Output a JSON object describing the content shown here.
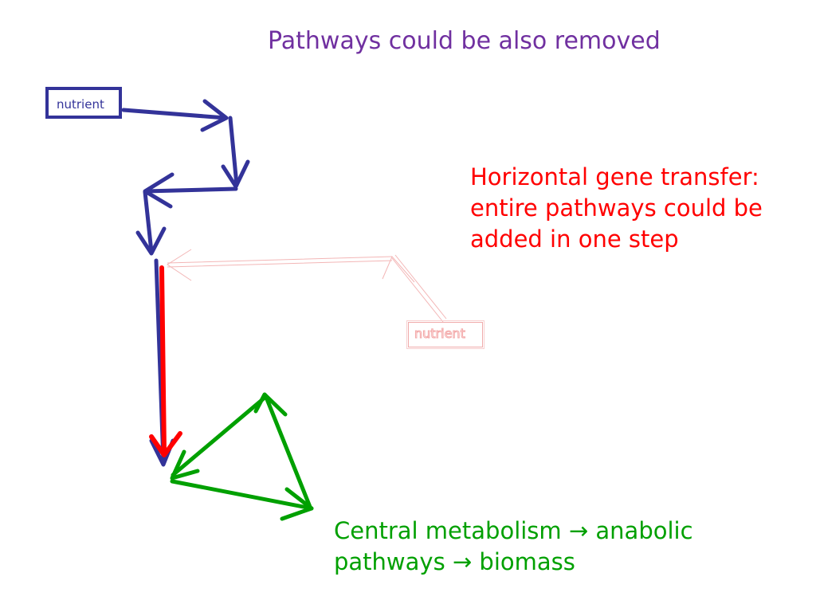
{
  "slide": {
    "title": "Pathways could be also removed",
    "hgt_line1": "Horizontal gene transfer:",
    "hgt_line2": "entire pathways could be",
    "hgt_line3": "added in one step",
    "central_line1": "Central metabolism → anabolic",
    "central_line2": "pathways → biomass"
  },
  "nodes": {
    "nutrient_main": "nutrient",
    "nutrient_ghost": "nutrient"
  },
  "colors": {
    "title": "#7030a0",
    "pathway_blue": "#333399",
    "hgt_red": "#ff0000",
    "ghost_pink": "#f3a8a8",
    "central_green": "#00a000"
  }
}
